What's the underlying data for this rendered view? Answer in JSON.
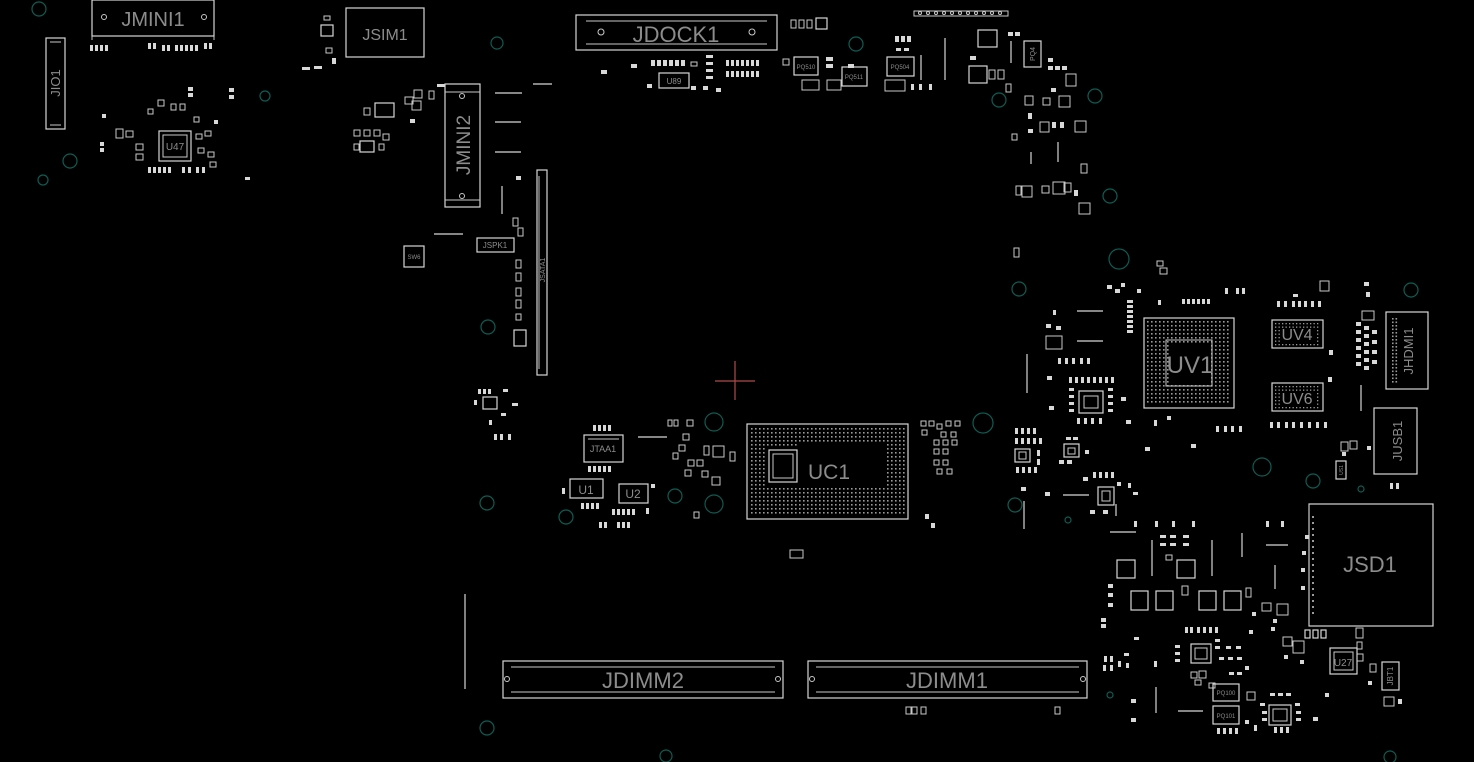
{
  "board": {
    "background": "#000000",
    "outline_color": "#c8c8c8",
    "via_color": "#0f5c52",
    "cursor_color": "#b04a4a",
    "labels": {
      "jmini1": "JMINI1",
      "jsim1": "JSIM1",
      "jdock1": "JDOCK1",
      "jio1": "JIO1",
      "u47": "U47",
      "jmini2": "JMINI2",
      "u89": "U89",
      "pq510": "PQ510",
      "pq511": "PQ511",
      "pq504": "PQ504",
      "pq4": "PQ4",
      "jspk1": "JSPK1",
      "sw6": "SW6",
      "jsata1": "JSATA1",
      "uv1": "UV1",
      "uv4": "UV4",
      "uv6": "UV6",
      "jhdmi1": "JHDMI1",
      "jusb1": "JUSB1",
      "us1": "US1",
      "jtaa1": "JTAA1",
      "u1": "U1",
      "u2": "U2",
      "uc1": "UC1",
      "jsd1": "JSD1",
      "u27": "U27",
      "jbt1": "JBT1",
      "pq100": "PQ100",
      "pq101": "PQ101",
      "jdimm2": "JDIMM2",
      "jdimm1": "JDIMM1"
    }
  }
}
